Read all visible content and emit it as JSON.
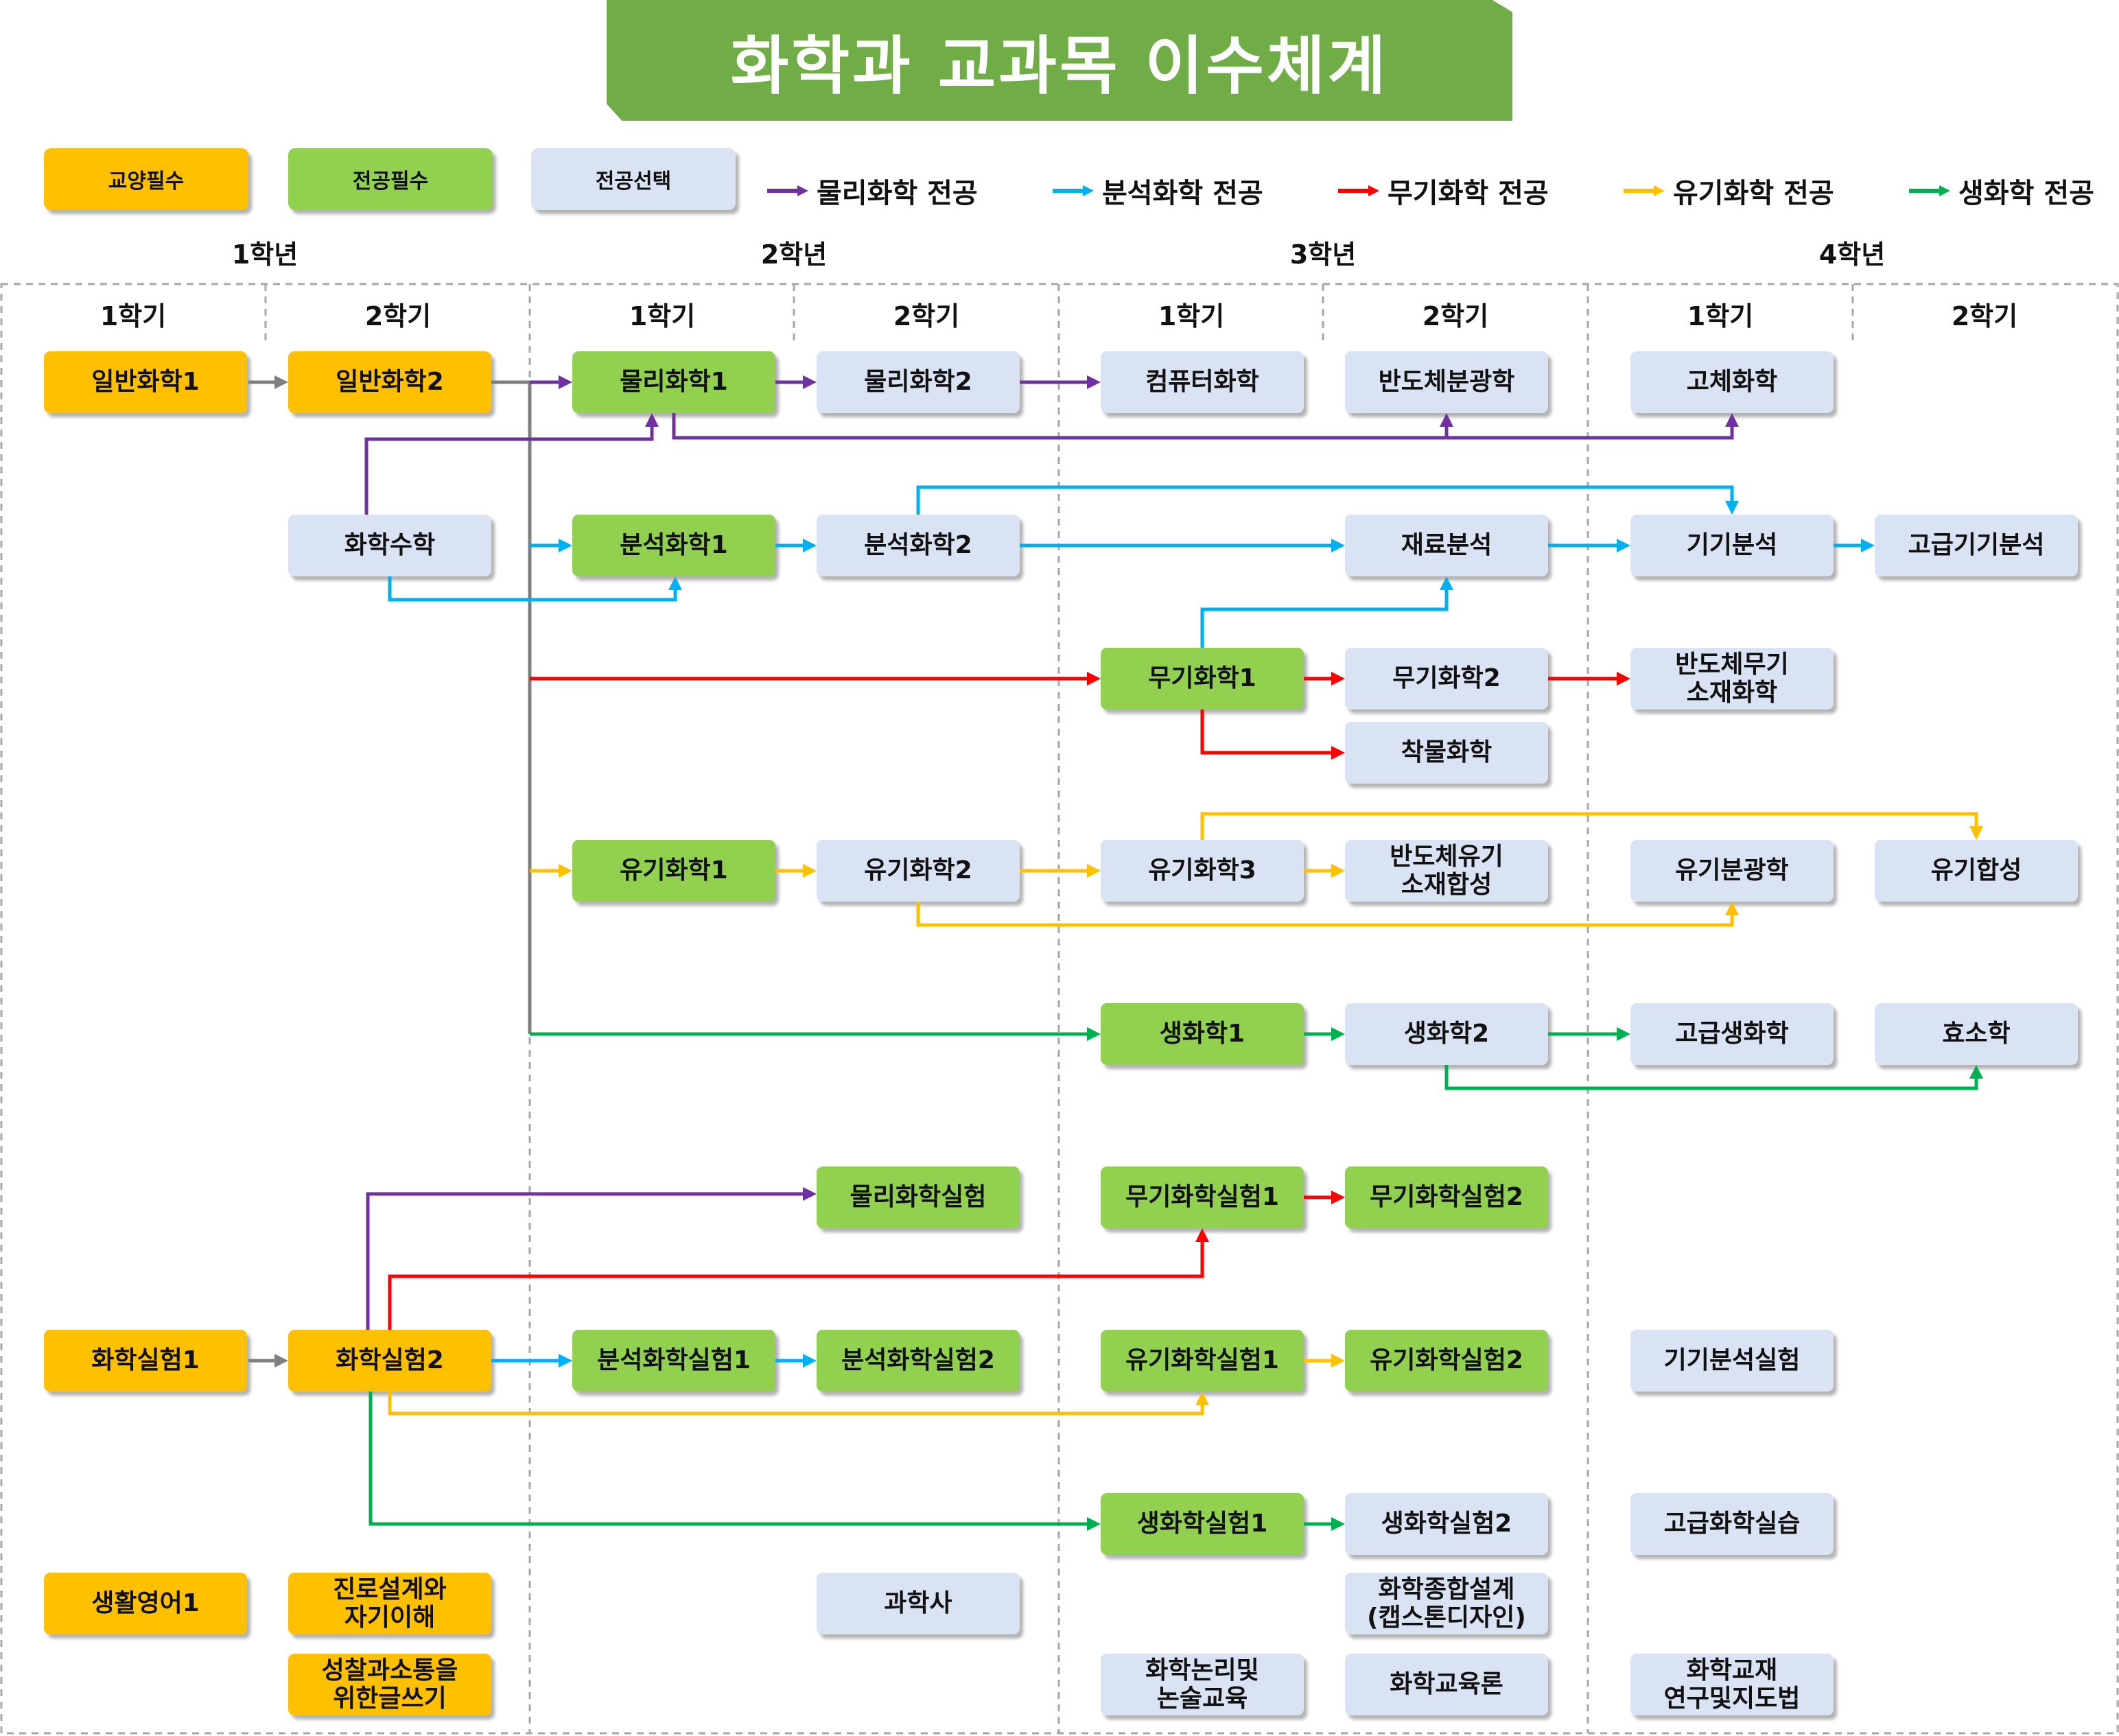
{
  "title": "화학과 교과목 이수체계",
  "legend": {
    "types": [
      {
        "label": "교양필수",
        "type": "gen"
      },
      {
        "label": "전공필수",
        "type": "req"
      },
      {
        "label": "전공선택",
        "type": "ele"
      }
    ],
    "tracks": [
      {
        "label": "물리화학 전공",
        "color": "#7030a0"
      },
      {
        "label": "분석화학 전공",
        "color": "#00b0f0"
      },
      {
        "label": "무기화학 전공",
        "color": "#ff0000"
      },
      {
        "label": "유기화학 전공",
        "color": "#ffc000"
      },
      {
        "label": "생화학 전공",
        "color": "#00b050"
      }
    ]
  },
  "colors": {
    "gen": "#ffc000",
    "req": "#92d050",
    "ele": "#dae3f3",
    "prereq": "#7f7f7f"
  },
  "years": [
    "1학년",
    "2학년",
    "3학년",
    "4학년"
  ],
  "semesters": [
    "1학기",
    "2학기",
    "1학기",
    "2학기",
    "1학기",
    "2학기",
    "1학기",
    "2학기"
  ],
  "courses": [
    {
      "id": "gchem1",
      "label": "일반화학1",
      "type": "gen"
    },
    {
      "id": "gchem2",
      "label": "일반화학2",
      "type": "gen"
    },
    {
      "id": "pchem1",
      "label": "물리화학1",
      "type": "req"
    },
    {
      "id": "pchem2",
      "label": "물리화학2",
      "type": "ele"
    },
    {
      "id": "compchem",
      "label": "컴퓨터화학",
      "type": "ele"
    },
    {
      "id": "semispec",
      "label": "반도체분광학",
      "type": "ele"
    },
    {
      "id": "solidchem",
      "label": "고체화학",
      "type": "ele"
    },
    {
      "id": "chemmath",
      "label": "화학수학",
      "type": "ele"
    },
    {
      "id": "anal1",
      "label": "분석화학1",
      "type": "req"
    },
    {
      "id": "anal2",
      "label": "분석화학2",
      "type": "ele"
    },
    {
      "id": "matanal",
      "label": "재료분석",
      "type": "ele"
    },
    {
      "id": "instanal",
      "label": "기기분석",
      "type": "ele"
    },
    {
      "id": "advinst",
      "label": "고급기기분석",
      "type": "ele"
    },
    {
      "id": "inorg1",
      "label": "무기화학1",
      "type": "req"
    },
    {
      "id": "inorg2",
      "label": "무기화학2",
      "type": "ele"
    },
    {
      "id": "semiinorg",
      "label": "반도체무기\n소재화학",
      "type": "ele"
    },
    {
      "id": "complex",
      "label": "착물화학",
      "type": "ele"
    },
    {
      "id": "org1",
      "label": "유기화학1",
      "type": "req"
    },
    {
      "id": "org2",
      "label": "유기화학2",
      "type": "ele"
    },
    {
      "id": "org3",
      "label": "유기화학3",
      "type": "ele"
    },
    {
      "id": "semiorg",
      "label": "반도체유기\n소재합성",
      "type": "ele"
    },
    {
      "id": "orgspec",
      "label": "유기분광학",
      "type": "ele"
    },
    {
      "id": "orgsyn",
      "label": "유기합성",
      "type": "ele"
    },
    {
      "id": "bio1",
      "label": "생화학1",
      "type": "req"
    },
    {
      "id": "bio2",
      "label": "생화학2",
      "type": "ele"
    },
    {
      "id": "advbio",
      "label": "고급생화학",
      "type": "ele"
    },
    {
      "id": "enzyme",
      "label": "효소학",
      "type": "ele"
    },
    {
      "id": "pchemlab",
      "label": "물리화학실험",
      "type": "req"
    },
    {
      "id": "inorglab1",
      "label": "무기화학실험1",
      "type": "req"
    },
    {
      "id": "inorglab2",
      "label": "무기화학실험2",
      "type": "req"
    },
    {
      "id": "chemlab1",
      "label": "화학실험1",
      "type": "gen"
    },
    {
      "id": "chemlab2",
      "label": "화학실험2",
      "type": "gen"
    },
    {
      "id": "anallab1",
      "label": "분석화학실험1",
      "type": "req"
    },
    {
      "id": "anallab2",
      "label": "분석화학실험2",
      "type": "req"
    },
    {
      "id": "orglab1",
      "label": "유기화학실험1",
      "type": "req"
    },
    {
      "id": "orglab2",
      "label": "유기화학실험2",
      "type": "req"
    },
    {
      "id": "instlab",
      "label": "기기분석실험",
      "type": "ele"
    },
    {
      "id": "biolab1",
      "label": "생화학실험1",
      "type": "req"
    },
    {
      "id": "biolab2",
      "label": "생화학실험2",
      "type": "ele"
    },
    {
      "id": "advprac",
      "label": "고급화학실습",
      "type": "ele"
    },
    {
      "id": "english1",
      "label": "생활영어1",
      "type": "gen"
    },
    {
      "id": "career",
      "label": "진로설계와\n자기이해",
      "type": "gen"
    },
    {
      "id": "history",
      "label": "과학사",
      "type": "ele"
    },
    {
      "id": "capstone",
      "label": "화학종합설계\n(캡스톤디자인)",
      "type": "ele"
    },
    {
      "id": "writing",
      "label": "성찰과소통을\n위한글쓰기",
      "type": "gen"
    },
    {
      "id": "logic",
      "label": "화학논리및\n논술교육",
      "type": "ele"
    },
    {
      "id": "edu",
      "label": "화학교육론",
      "type": "ele"
    },
    {
      "id": "material",
      "label": "화학교재\n연구및지도법",
      "type": "ele"
    }
  ]
}
